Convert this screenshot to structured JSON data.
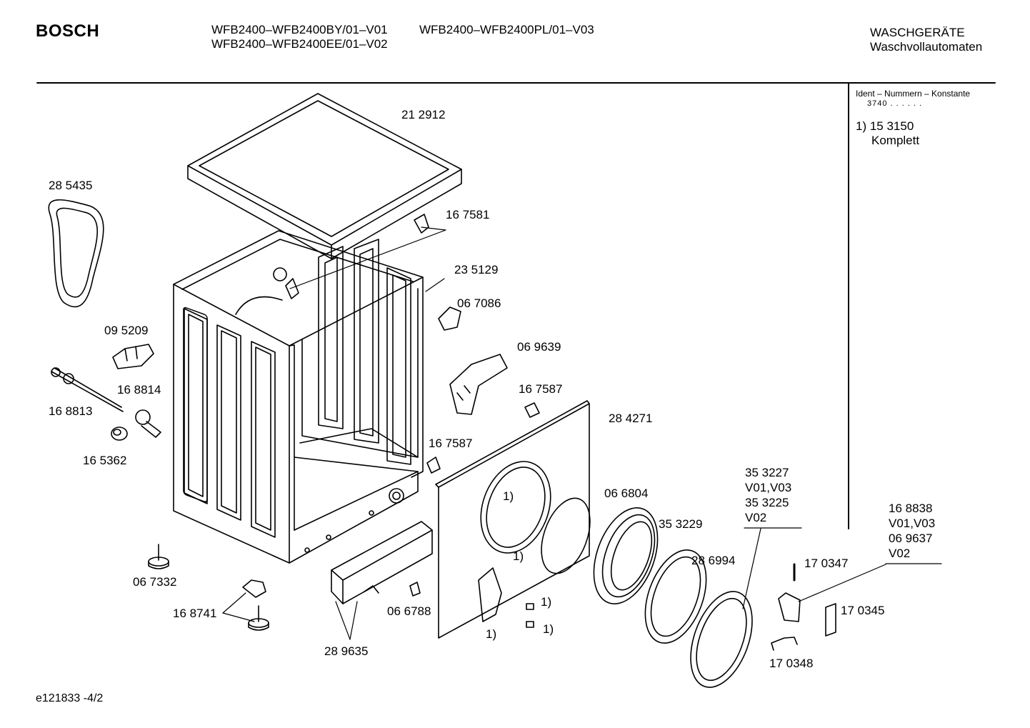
{
  "header": {
    "brand": "BOSCH",
    "model_1": "WFB2400–WFB2400BY/01–V01",
    "model_2": "WFB2400–WFB2400PL/01–V03",
    "model_3": "WFB2400–WFB2400EE/01–V02",
    "category_1": "WASCHGERÄTE",
    "category_2": "Waschvollautomaten"
  },
  "sidebar": {
    "ident_heading": "Ident – Nummern – Konstante",
    "ident_value": "3740 . . . . . .",
    "note_number": "1)  15 3150",
    "note_text": "Komplett"
  },
  "parts": {
    "p212912": "21 2912",
    "p285435": "28 5435",
    "p167581": "16 7581",
    "p235129": "23 5129",
    "p067086": "06 7086",
    "p095209": "09 5209",
    "p069639": "06 9639",
    "p168814": "16 8814",
    "p168813": "16 8813",
    "p167587a": "16 7587",
    "p284271": "28 4271",
    "p165362": "16 5362",
    "p167587b": "16 7587",
    "p066804": "06 6804",
    "p353227": "35 3227",
    "p353227_v": "V01,V03",
    "p353225": "35 3225",
    "p353225_v": "V02",
    "p168838": "16 8838",
    "p168838_v": "V01,V03",
    "p069637": "06 9637",
    "p069637_v": "V02",
    "p353229": "35 3229",
    "p286994": "28 6994",
    "p170347": "17 0347",
    "p067332": "06 7332",
    "p066788": "06 6788",
    "p168741": "16 8741",
    "p170345": "17 0345",
    "p289635": "28 9635",
    "p170348": "17 0348",
    "fn1": "1)",
    "fn2": "1)",
    "fn3": "1)",
    "fn4": "1)",
    "fn5": "1)"
  },
  "footer": {
    "doc_id": "e121833  -4/2"
  }
}
